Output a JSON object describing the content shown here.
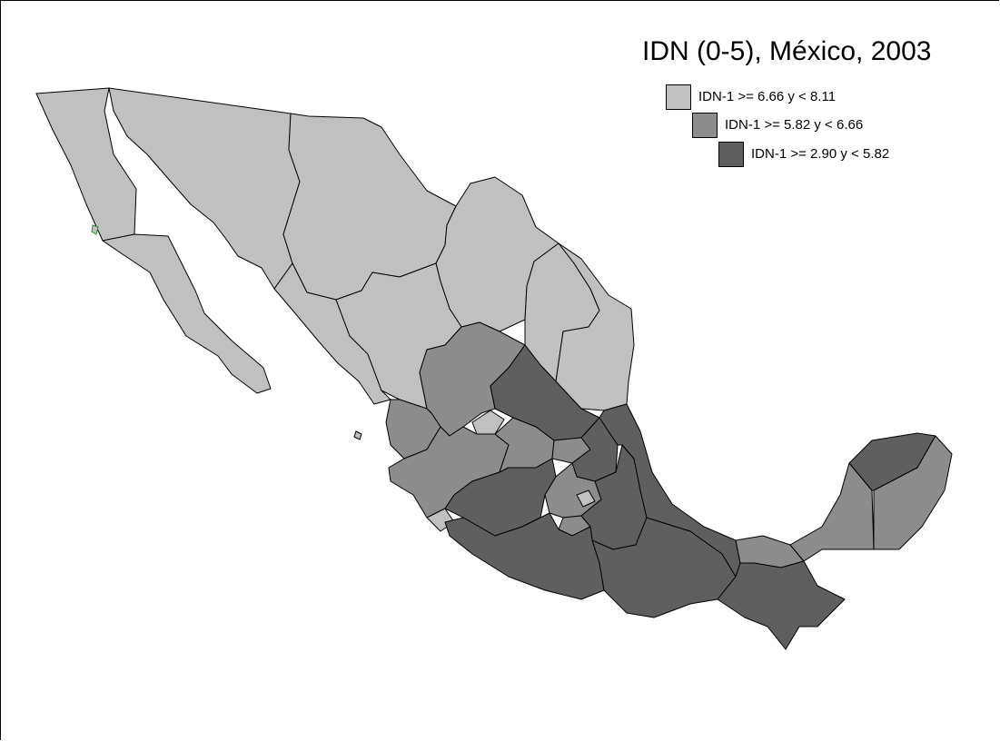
{
  "title": "IDN (0-5), México, 2003",
  "classes": [
    {
      "key": "high",
      "label": "IDN-1 >= 6.66 y < 8.11",
      "color": "#c0c0c0"
    },
    {
      "key": "mid",
      "label": "IDN-1 >= 5.82 y < 6.66",
      "color": "#8c8c8c"
    },
    {
      "key": "low",
      "label": "IDN-1 >= 2.90 y < 5.82",
      "color": "#5f5f5f"
    }
  ],
  "regions": [
    {
      "name": "baja-california",
      "class": "high"
    },
    {
      "name": "baja-california-sur",
      "class": "high"
    },
    {
      "name": "sonora",
      "class": "high"
    },
    {
      "name": "chihuahua",
      "class": "high"
    },
    {
      "name": "coahuila",
      "class": "high"
    },
    {
      "name": "nuevo-leon",
      "class": "high"
    },
    {
      "name": "tamaulipas",
      "class": "high"
    },
    {
      "name": "sinaloa",
      "class": "high"
    },
    {
      "name": "durango",
      "class": "high"
    },
    {
      "name": "aguascalientes",
      "class": "high"
    },
    {
      "name": "colima",
      "class": "high"
    },
    {
      "name": "distrito-federal",
      "class": "high"
    },
    {
      "name": "zacatecas",
      "class": "mid"
    },
    {
      "name": "nayarit",
      "class": "mid"
    },
    {
      "name": "jalisco",
      "class": "mid"
    },
    {
      "name": "guanajuato",
      "class": "mid"
    },
    {
      "name": "queretaro",
      "class": "mid"
    },
    {
      "name": "mexico-state",
      "class": "mid"
    },
    {
      "name": "morelos",
      "class": "mid"
    },
    {
      "name": "tabasco",
      "class": "mid"
    },
    {
      "name": "campeche",
      "class": "mid"
    },
    {
      "name": "quintana-roo",
      "class": "mid"
    },
    {
      "name": "san-luis-potosi",
      "class": "low"
    },
    {
      "name": "hidalgo",
      "class": "low"
    },
    {
      "name": "michoacan",
      "class": "low"
    },
    {
      "name": "guerrero",
      "class": "low"
    },
    {
      "name": "oaxaca",
      "class": "low"
    },
    {
      "name": "veracruz",
      "class": "low"
    },
    {
      "name": "puebla",
      "class": "low"
    },
    {
      "name": "tlaxcala",
      "class": "low"
    },
    {
      "name": "chiapas",
      "class": "low"
    },
    {
      "name": "yucatan",
      "class": "low"
    }
  ]
}
